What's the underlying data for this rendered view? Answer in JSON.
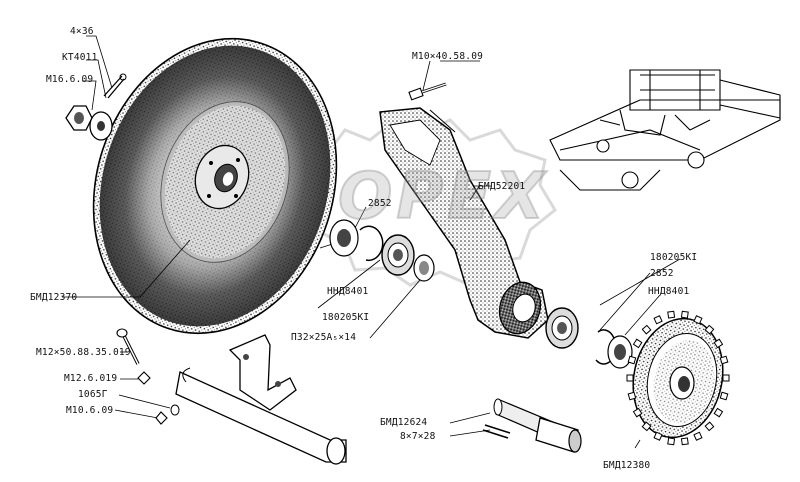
{
  "watermark": "ОРЕХ",
  "labels": {
    "size_4x36": "4×36",
    "kt4011": "КТ4011",
    "m16_6_09": "М16.6.09",
    "m10_40_58_09": "М10×40.58.09",
    "bmd52201": "БМД52201",
    "n2852_left": "2852",
    "nnd8401_left": "ННД8401",
    "n180205k_left": "180205КI",
    "p32": "П32×25А₅×14",
    "bmd12370": "БМД12370",
    "n180205k_right": "180205КI",
    "n2852_right": "2852",
    "nnd8401_right": "ННД8401",
    "m12_50": "М12×50.88.35.019",
    "m12_6_019": "М12.6.019",
    "n1065g": "1065Г",
    "m10_6_09": "М10.6.09",
    "bmd12624": "БМД12624",
    "n8x7x28": "8×7×28",
    "bmd12380": "БМД12380"
  }
}
